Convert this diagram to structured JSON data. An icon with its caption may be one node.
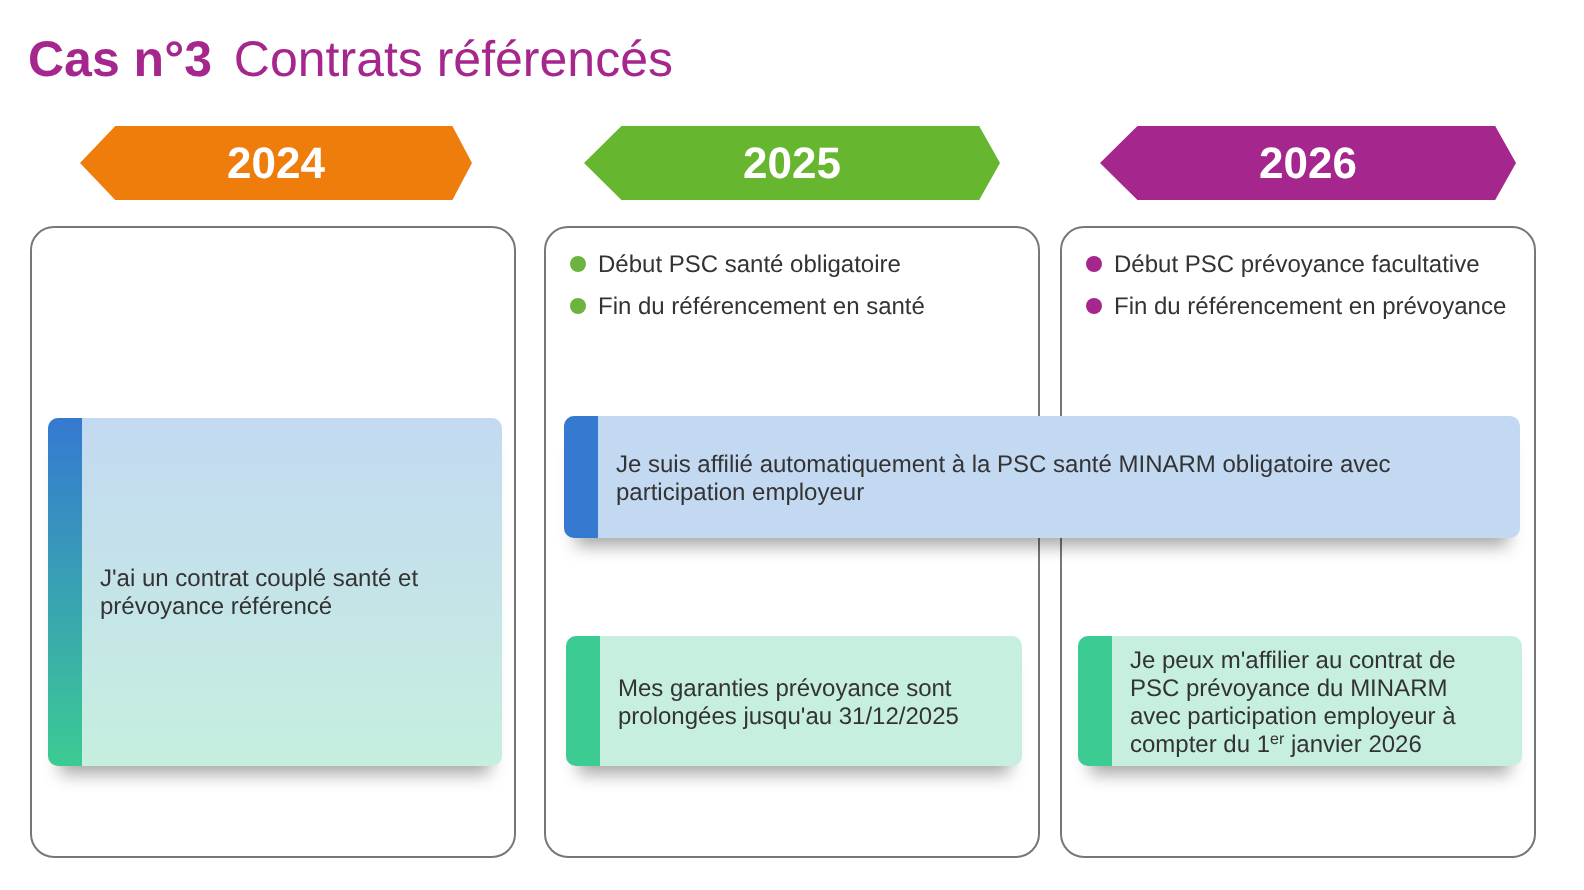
{
  "diagram": {
    "title": "**Cas n°3** Contrats référencés",
    "nodes": [
      {
        "text": [
          "2024"
        ]
      },
      {
        "text": [
          "2025"
        ]
      },
      {
        "text": [
          "2026"
        ]
      },
      {
        "text": [],
        "shape": "box"
      },
      {
        "text": [
          "Début PSC santé obligatoire",
          "Fin du référencement en santé"
        ]
      },
      {
        "text": [
          "Début PSC prévoyance facultative",
          "Fin du référencement en prévoyance"
        ]
      },
      {
        "text": [
          "J'ai un contrat couplé santé et prévoyance référencé"
        ],
        "in": 3
      },
      {
        "text": [
          "Je suis affilié automatiquement à la PSC santé MINARM obligatoire avec participation employeur"
        ]
      },
      {
        "text": [
          "Mes garanties prévoyance sont prolongées jusqu'au 31/12/2025"
        ],
        "in": 4
      },
      {
        "text": [
          "Je peux m'affilier au contrat de PSC prévoyance du MINARM avec participation employeur à compter du 1$^{er}$ janvier 2026"
        ],
        "in": 5
      }
    ]
  }
}
